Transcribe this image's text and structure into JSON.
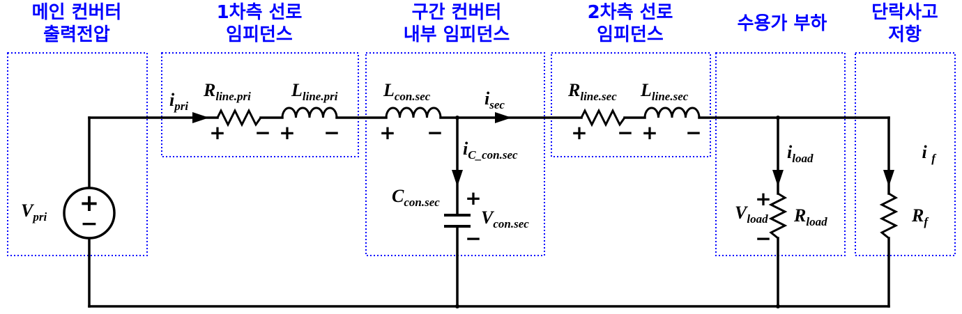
{
  "sections": [
    {
      "id": "source",
      "lines": [
        "메인 컨버터",
        "출력전압"
      ]
    },
    {
      "id": "primary-line",
      "lines": [
        "1차측 선로",
        "임피던스"
      ]
    },
    {
      "id": "converter",
      "lines": [
        "구간 컨버터",
        "내부 임피던스"
      ]
    },
    {
      "id": "secondary-line",
      "lines": [
        "2차측 선로",
        "임피던스"
      ]
    },
    {
      "id": "load",
      "lines": [
        "수용가 부하"
      ]
    },
    {
      "id": "fault",
      "lines": [
        "단락사고",
        "저항"
      ]
    }
  ],
  "labels": {
    "v_pri": {
      "main": "V",
      "sub": "pri"
    },
    "i_pri": {
      "main": "i",
      "sub": "pri"
    },
    "r_line_pri": {
      "main": "R",
      "sub": "line.pri"
    },
    "l_line_pri": {
      "main": "L",
      "sub": "line.pri"
    },
    "l_con_sec": {
      "main": "L",
      "sub": "con.sec"
    },
    "i_sec": {
      "main": "i",
      "sub": "sec"
    },
    "i_c_con_sec": {
      "main": "i",
      "sub": "C_con.sec"
    },
    "c_con_sec": {
      "main": "C",
      "sub": "con.sec"
    },
    "v_con_sec": {
      "main": "V",
      "sub": "con.sec"
    },
    "r_line_sec": {
      "main": "R",
      "sub": "line.sec"
    },
    "l_line_sec": {
      "main": "L",
      "sub": "line.sec"
    },
    "i_load": {
      "main": "i",
      "sub": "load"
    },
    "v_load": {
      "main": "V",
      "sub": "load"
    },
    "r_load": {
      "main": "R",
      "sub": "load"
    },
    "i_f": {
      "main": "i ",
      "sub": "f"
    },
    "r_f": {
      "main": "R",
      "sub": "f"
    }
  },
  "signs": {
    "plus": "+",
    "minus": "−",
    "source_plus_minus": "±"
  },
  "colors": {
    "title": "#0000ff",
    "box_border": "#0000ff",
    "wire": "#000000"
  }
}
